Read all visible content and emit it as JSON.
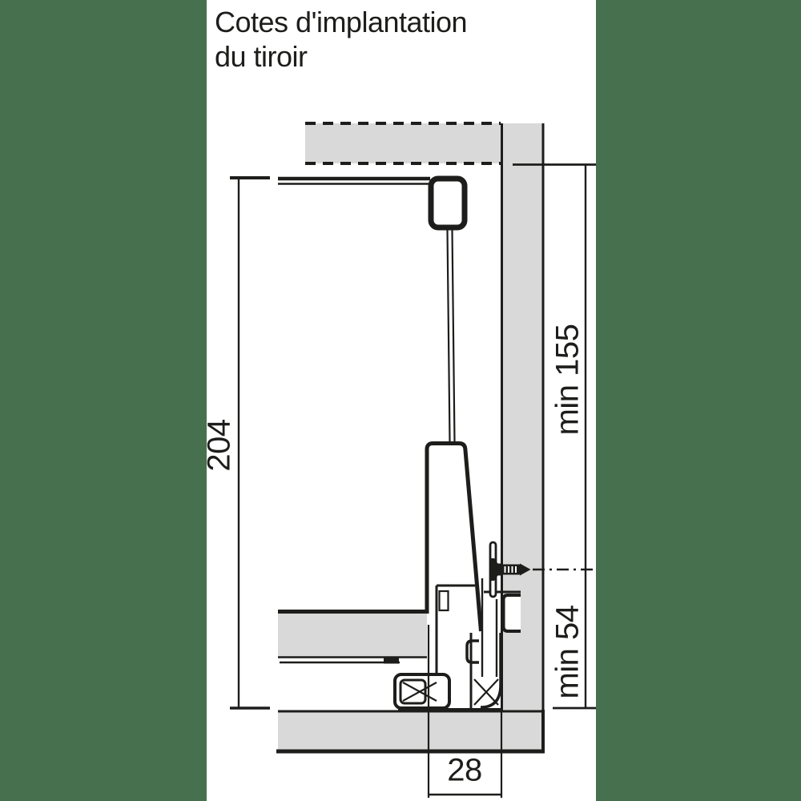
{
  "title": {
    "line1": "Cotes d'implantation",
    "line2": "du tiroir"
  },
  "dimensions": {
    "drawer_height": "204",
    "clearance_above": "min 155",
    "clearance_below": "min 54",
    "rear_offset": "28"
  },
  "colors": {
    "backdrop_green": "#47714E",
    "panel_gray": "#D9D9D9",
    "line_black": "#1D1D1B",
    "paper_white": "#FFFFFF"
  },
  "icons": {
    "screw": "screw-icon",
    "center_line": "dash-dot-centerline"
  }
}
